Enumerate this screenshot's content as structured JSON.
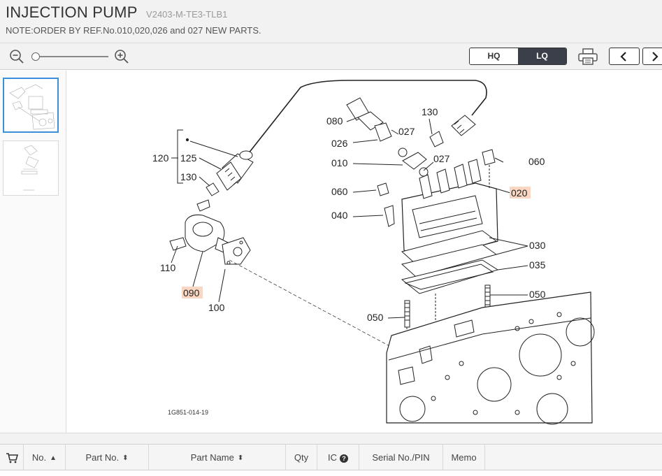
{
  "header": {
    "title": "INJECTION PUMP",
    "model": "V2403-M-TE3-TLB1",
    "note": "NOTE:ORDER BY REF.No.010,020,026 and 027 NEW PARTS."
  },
  "toolbar": {
    "hq_label": "HQ",
    "lq_label": "LQ",
    "selected_quality": "LQ",
    "zoom_level": 0
  },
  "diagram": {
    "figure_code": "1G851-014-19",
    "callouts": {
      "c080": "080",
      "c130a": "130",
      "c027a": "027",
      "c026": "026",
      "c010": "010",
      "c027b": "027",
      "c060a": "060",
      "c020": "020",
      "c060b": "060",
      "c040": "040",
      "c030": "030",
      "c035": "035",
      "c050a": "050",
      "c050b": "050",
      "c120": "120",
      "c125": "125",
      "c130b": "130",
      "c110": "110",
      "c090": "090",
      "c100": "100"
    }
  },
  "table": {
    "columns": {
      "no": "No.",
      "part_no": "Part No.",
      "part_name": "Part Name",
      "qty": "Qty",
      "ic": "IC",
      "serial": "Serial No./PIN",
      "memo": "Memo"
    }
  },
  "icons": {
    "cart": "cart-icon",
    "zoom_out": "zoom-out-icon",
    "zoom_in": "zoom-in-icon",
    "print": "printer-icon",
    "prev": "chevron-left-icon",
    "next": "chevron-right-icon",
    "help": "help-circle-icon"
  },
  "colors": {
    "accent_selected_thumb": "#3b8fd9",
    "lq_active": "#3a3f4a",
    "highlight_callout": "#f9d7c2"
  }
}
